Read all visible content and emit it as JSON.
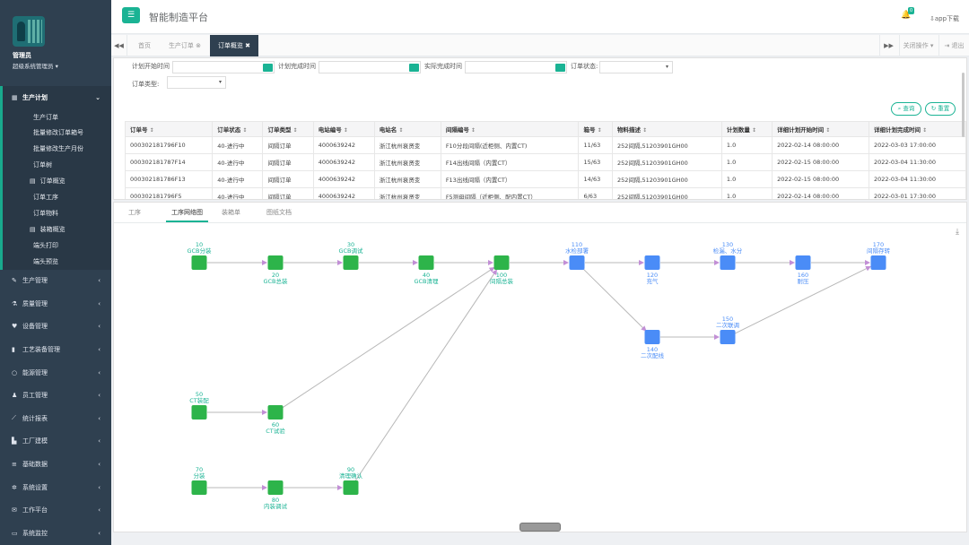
{
  "user": {
    "name": "管理员",
    "role": "超级系统管理员 ▾"
  },
  "sidebar": {
    "sections": [
      {
        "label": "生产计划",
        "icon": "calendar-icon",
        "active": true
      },
      {
        "label": "生产管理",
        "icon": "wrench-icon"
      },
      {
        "label": "质量管理",
        "icon": "flask-icon"
      },
      {
        "label": "设备管理",
        "icon": "heartbeat-icon"
      },
      {
        "label": "工艺装备管理",
        "icon": "book-icon"
      },
      {
        "label": "能源管理",
        "icon": "circle-icon"
      },
      {
        "label": "员工管理",
        "icon": "user-icon"
      },
      {
        "label": "统计报表",
        "icon": "line-chart-icon"
      },
      {
        "label": "工厂建模",
        "icon": "bar-chart-icon"
      },
      {
        "label": "基础数据",
        "icon": "database-icon"
      },
      {
        "label": "系统设置",
        "icon": "gear-icon"
      },
      {
        "label": "工作平台",
        "icon": "envelope-icon"
      },
      {
        "label": "系统监控",
        "icon": "desktop-icon"
      }
    ],
    "subitems": [
      {
        "label": "生产订单"
      },
      {
        "label": "批量修改订单箱号"
      },
      {
        "label": "批量修改生产月份"
      },
      {
        "label": "订单树"
      },
      {
        "label": "订单概览",
        "icon": true
      },
      {
        "label": "订单工序"
      },
      {
        "label": "订单物料"
      },
      {
        "label": "装箱概览",
        "icon": true
      },
      {
        "label": "端头打印"
      },
      {
        "label": "端头预览"
      }
    ]
  },
  "header": {
    "title": "智能制造平台",
    "badge": "0",
    "app_download": "app下载"
  },
  "tabs": {
    "home": "首页",
    "t1": "生产订单",
    "t2": "订单概览",
    "close_ops": "关闭操作 ▾",
    "logout": "退出"
  },
  "filters": {
    "plan_start": "计划开始时间",
    "plan_end": "计划完成时间",
    "actual_end": "实际完成时间",
    "order_status": "订单状态:",
    "order_type": "订单类型:",
    "query": "查询",
    "reset": "重置"
  },
  "table": {
    "headers": [
      "订单号",
      "订单状态",
      "订单类型",
      "电站编号",
      "电站名",
      "间隔编号",
      "箱号",
      "物料描述",
      "计划数量",
      "详细计划开始时间",
      "详细计划完成时间"
    ],
    "rows": [
      [
        "000302181796F10",
        "40-进行中",
        "间隔订单",
        "4000639242",
        "浙江杭州衰贤变",
        "F10分段间隔(近柜侧、内置CT)",
        "11/63",
        "252间隔,51203901GH00",
        "1.0",
        "2022-02-14 08:00:00",
        "2022-03-03 17:00:00"
      ],
      [
        "000302181787F14",
        "40-进行中",
        "间隔订单",
        "4000639242",
        "浙江杭州衰贤变",
        "F14出线间隔（内置CT）",
        "15/63",
        "252间隔,51203901GH00",
        "1.0",
        "2022-02-15 08:00:00",
        "2022-03-04 11:30:00"
      ],
      [
        "000302181786F13",
        "40-进行中",
        "间隔订单",
        "4000639242",
        "浙江杭州衰贤变",
        "F13出线间隔（内置CT）",
        "14/63",
        "252间隔,51203901GH00",
        "1.0",
        "2022-02-15 08:00:00",
        "2022-03-04 11:30:00"
      ],
      [
        "000302181796F5",
        "40-进行中",
        "间隔订单",
        "4000639242",
        "浙江杭州衰贤变",
        "F5测母间隔（近柜侧、配内置CT）",
        "6/63",
        "252间隔,51203901GH00",
        "1.0",
        "2022-02-14 08:00:00",
        "2022-03-01 17:30:00"
      ]
    ]
  },
  "lower_tabs": [
    "工序",
    "工序网络图",
    "装箱单",
    "图纸文档"
  ],
  "network": {
    "green": "#2db44a",
    "blue": "#4a8cf7",
    "nodes": [
      {
        "id": "10",
        "label": "GCB分装",
        "color": "green"
      },
      {
        "id": "20",
        "label": "GCB总装",
        "color": "green"
      },
      {
        "id": "30",
        "label": "GCB调试",
        "color": "green"
      },
      {
        "id": "40",
        "label": "GCB清理",
        "color": "green"
      },
      {
        "id": "100",
        "label": "间隔总装",
        "color": "green"
      },
      {
        "id": "110",
        "label": "水检部署",
        "color": "blue"
      },
      {
        "id": "120",
        "label": "充气",
        "color": "blue"
      },
      {
        "id": "130",
        "label": "检漏、水分",
        "color": "blue"
      },
      {
        "id": "160",
        "label": "耐压",
        "color": "blue"
      },
      {
        "id": "170",
        "label": "间隔存转",
        "color": "blue"
      },
      {
        "id": "140",
        "label": "二次配线",
        "color": "blue"
      },
      {
        "id": "150",
        "label": "二次联调",
        "color": "blue"
      },
      {
        "id": "50",
        "label": "CT装配",
        "color": "green"
      },
      {
        "id": "60",
        "label": "CT试验",
        "color": "green"
      },
      {
        "id": "70",
        "label": "分装",
        "color": "green"
      },
      {
        "id": "80",
        "label": "内装调试",
        "color": "green"
      },
      {
        "id": "90",
        "label": "清理确认",
        "color": "green"
      }
    ],
    "edges": [
      [
        "10",
        "20"
      ],
      [
        "20",
        "30"
      ],
      [
        "30",
        "40"
      ],
      [
        "40",
        "100"
      ],
      [
        "100",
        "110"
      ],
      [
        "110",
        "120"
      ],
      [
        "120",
        "130"
      ],
      [
        "130",
        "160"
      ],
      [
        "160",
        "170"
      ],
      [
        "110",
        "140"
      ],
      [
        "140",
        "150"
      ],
      [
        "150",
        "170"
      ],
      [
        "50",
        "60"
      ],
      [
        "60",
        "100"
      ],
      [
        "70",
        "80"
      ],
      [
        "80",
        "90"
      ],
      [
        "90",
        "100"
      ]
    ]
  }
}
